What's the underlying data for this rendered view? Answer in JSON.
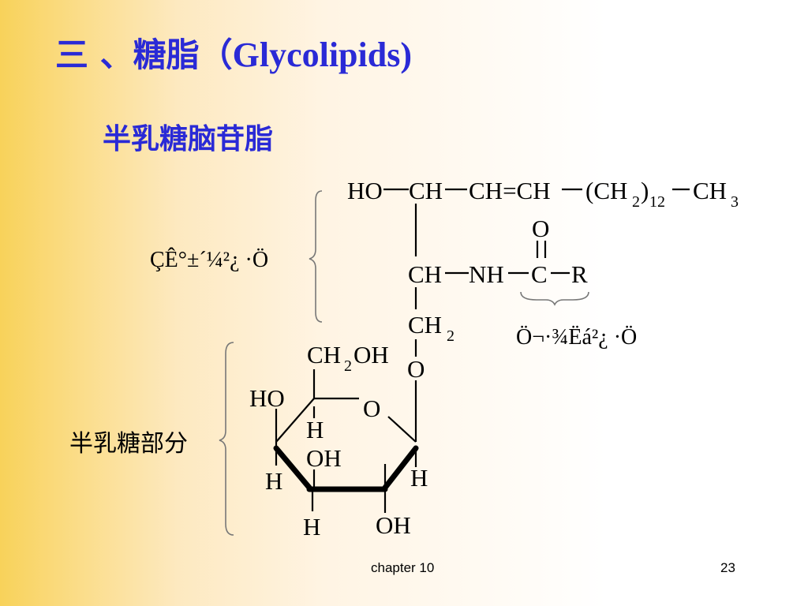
{
  "title": {
    "prefix": "三 、糖脂（",
    "latin": "Glycolipids)"
  },
  "subtitle": "半乳糖脑苷脂",
  "structure": {
    "sphingosine_label": "ÇÊ°±´¼²¿ ·Ö",
    "fatty_acid_label": "Ö¬·¾Ëá²¿ ·Ö",
    "galactose_label": "半乳糖部分",
    "row1": {
      "ho": "HO",
      "ch1": "CH",
      "ch2": "CH=CH",
      "ch2_paren_open": "(CH",
      "sub_2": "2",
      "paren_close": ")",
      "sub_12": "12",
      "ch3": "CH",
      "sub_3": "3"
    },
    "carbonyl_o": "O",
    "row2": {
      "ch": "CH",
      "nh": "NH",
      "c": "C",
      "r": "R"
    },
    "row3": {
      "ch": "CH",
      "sub_2": "2"
    },
    "glycosidic_o": "O",
    "sugar": {
      "ch2oh_a": "CH",
      "ch2oh_sub": "2",
      "ch2oh_b": "OH",
      "ho": "HO",
      "ring_o": "O",
      "h_c4": "H",
      "oh_c3": "OH",
      "h_c3_left": "H",
      "h_c1": "H",
      "h_c2": "H",
      "oh_c2": "OH"
    }
  },
  "footer": {
    "chapter": "chapter 10",
    "page": "23"
  }
}
